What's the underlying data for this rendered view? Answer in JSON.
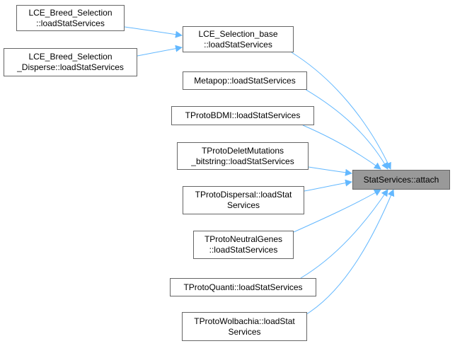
{
  "graph": {
    "colors": {
      "edge": "#63b8ff",
      "node_border": "#666666",
      "focus_fill": "#999999"
    },
    "nodes": {
      "breed_selection": {
        "lines": [
          "LCE_Breed_Selection",
          "::loadStatServices"
        ]
      },
      "breed_selection_disperse": {
        "lines": [
          "LCE_Breed_Selection",
          "_Disperse::loadStatServices"
        ]
      },
      "selection_base": {
        "lines": [
          "LCE_Selection_base",
          "::loadStatServices"
        ]
      },
      "metapop": {
        "lines": [
          "Metapop::loadStatServices"
        ]
      },
      "bdmi": {
        "lines": [
          "TProtoBDMI::loadStatServices"
        ]
      },
      "delet": {
        "lines": [
          "TProtoDeletMutations",
          "_bitstring::loadStatServices"
        ]
      },
      "dispersal": {
        "lines": [
          "TProtoDispersal::loadStat",
          "Services"
        ]
      },
      "neutral": {
        "lines": [
          "TProtoNeutralGenes",
          "::loadStatServices"
        ]
      },
      "quanti": {
        "lines": [
          "TProtoQuanti::loadStatServices"
        ]
      },
      "wolbachia": {
        "lines": [
          "TProtoWolbachia::loadStat",
          "Services"
        ]
      },
      "attach": {
        "lines": [
          "StatServices::attach"
        ]
      }
    }
  }
}
